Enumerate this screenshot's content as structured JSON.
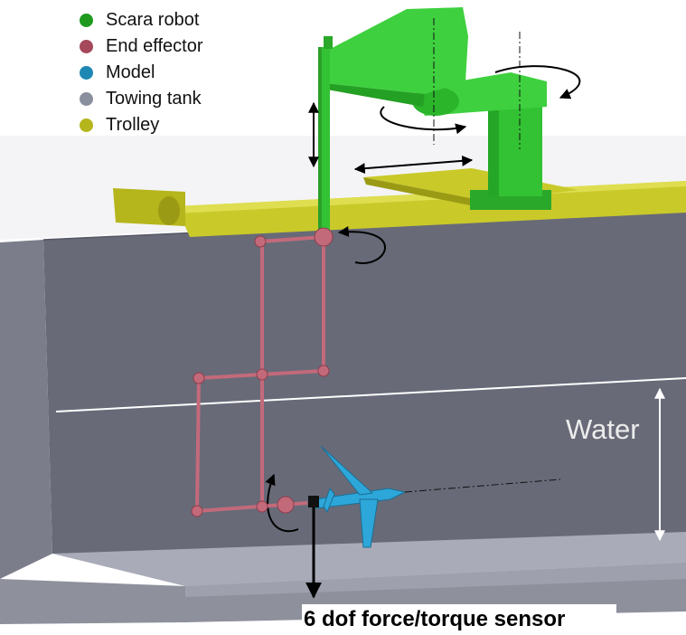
{
  "legend": [
    {
      "label": "Scara robot",
      "color": "#1f9a1f"
    },
    {
      "label": "End effector",
      "color": "#a4485a"
    },
    {
      "label": "Model",
      "color": "#1e88b4"
    },
    {
      "label": "Towing tank",
      "color": "#8a8f9e"
    },
    {
      "label": "Trolley",
      "color": "#b5b51c"
    }
  ],
  "labels": {
    "water": "Water",
    "sensor": "6 dof force/torque sensor"
  },
  "colors": {
    "tank_side": "#686a78",
    "tank_floor": "#a9abb8",
    "tank_rim": "#8e909c",
    "robot": "#33c233",
    "robot_dark": "#1e9a1e",
    "trolley": "#c9c92a",
    "trolley_dark": "#8f8f12",
    "effector": "#c36a7a",
    "model": "#2da7da",
    "water_line": "#ffffff"
  }
}
